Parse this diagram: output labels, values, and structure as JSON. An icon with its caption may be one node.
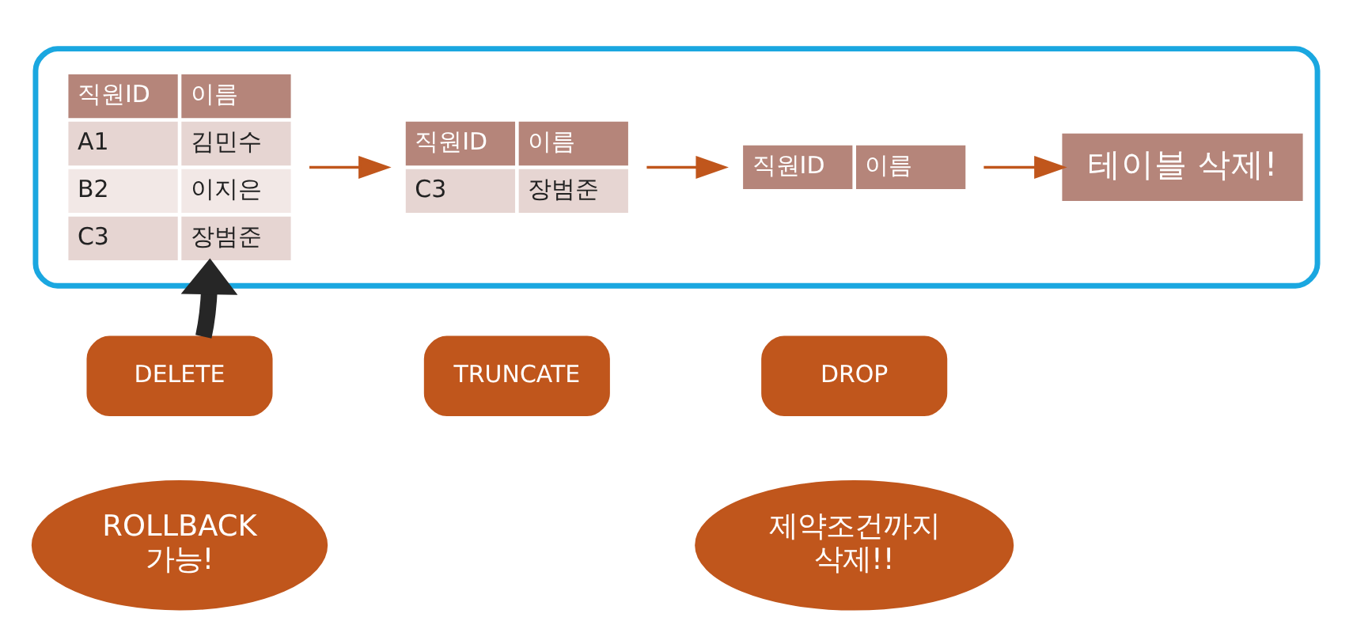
{
  "diagram": {
    "nodes": [
      {
        "text": [],
        "shape": "box"
      },
      {
        "text": [
          "직원ID",
          "이름",
          "A1",
          "김민수",
          "B2",
          "이지은",
          "C3",
          "장범준"
        ],
        "in": 0
      },
      {
        "text": [
          "직원ID",
          "이름",
          "C3",
          "장범준"
        ],
        "in": 0
      },
      {
        "text": [
          "직원ID",
          "이름"
        ],
        "in": 0
      },
      {
        "text": [
          "테이블 삭제!"
        ],
        "in": 0
      },
      {
        "text": [
          "DELETE"
        ]
      },
      {
        "text": [
          "TRUNCATE"
        ]
      },
      {
        "text": [
          "DROP"
        ]
      },
      {
        "text": [
          "ROLLBACK 가능!"
        ]
      },
      {
        "text": [
          "제약조건까지 삭제!!"
        ]
      }
    ],
    "edges": [
      {
        "from": 1,
        "to": 2,
        "arrow": "to",
        "color": "#c0561c"
      },
      {
        "from": 2,
        "to": 3,
        "arrow": "to",
        "color": "#c0561c"
      },
      {
        "from": 3,
        "to": 4,
        "arrow": "to",
        "color": "#c0561c"
      },
      {
        "from": 5,
        "to": 1,
        "arrow": "to",
        "style": "thick",
        "color": "#262626"
      }
    ]
  }
}
